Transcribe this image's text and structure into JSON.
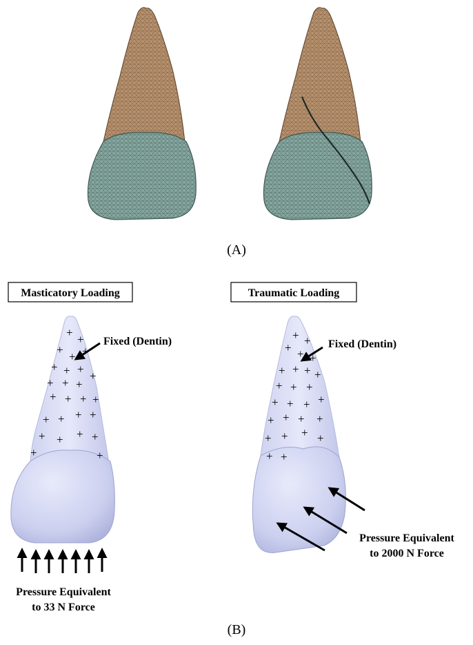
{
  "panel_a": {
    "label": "(A)"
  },
  "panel_b": {
    "label": "(B)",
    "left": {
      "title": "Masticatory Loading",
      "fixed_label": "Fixed (Dentin)",
      "load_line1": "Pressure Equivalent",
      "load_line2": "to 33 N Force"
    },
    "right": {
      "title": "Traumatic Loading",
      "fixed_label": "Fixed (Dentin)",
      "load_line1": "Pressure Equivalent",
      "load_line2": "to 2000 N Force"
    }
  },
  "colors": {
    "root_mesh": "#b7926f",
    "crown_mesh": "#86a8a0",
    "tooth_model": "#d2d5f0"
  }
}
